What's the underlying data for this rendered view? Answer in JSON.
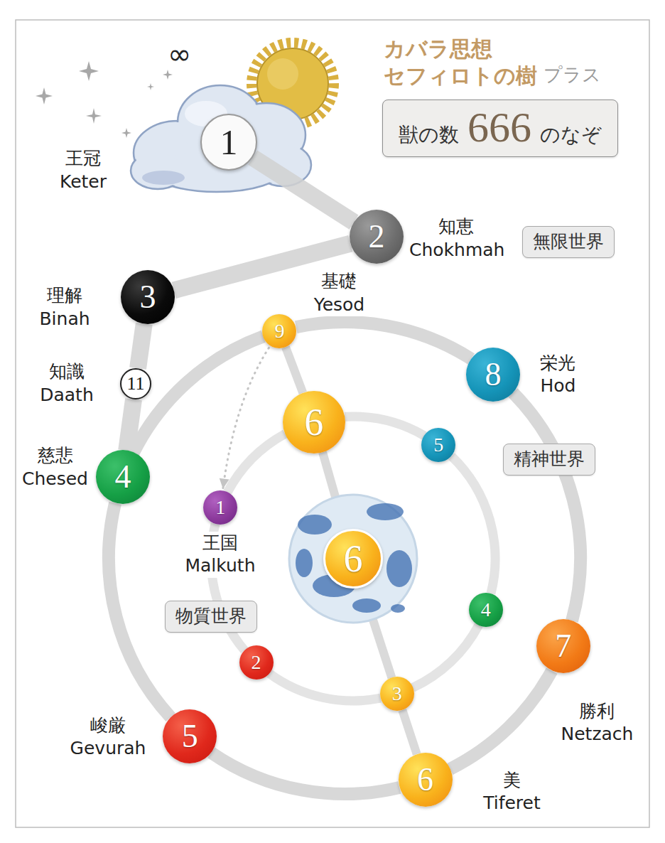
{
  "diagram": {
    "title": "カバラ思想 セフィロトの樹",
    "nodes": [
      {
        "text": [
          "獣の数",
          "666",
          "のなぞ"
        ]
      },
      {
        "text": [
          "1",
          "王冠",
          "Keter"
        ]
      },
      {
        "text": [
          "2",
          "知恵",
          "Chokhmah"
        ]
      },
      {
        "text": [
          "無限世界"
        ]
      },
      {
        "text": [
          "3",
          "理解",
          "Binah"
        ]
      },
      {
        "text": [
          "11",
          "知識",
          "Daath"
        ]
      },
      {
        "text": [
          "4",
          "慈悲",
          "Chesed"
        ]
      },
      {
        "text": [
          "9",
          "基礎",
          "Yesod"
        ]
      },
      {
        "text": [
          "8",
          "栄光",
          "Hod"
        ]
      },
      {
        "text": [
          "精神世界"
        ]
      },
      {
        "text": [
          "6"
        ]
      },
      {
        "text": [
          "5"
        ]
      },
      {
        "text": [
          "1",
          "王国",
          "Malkuth"
        ]
      },
      {
        "text": [
          "6"
        ]
      },
      {
        "text": [
          "物質世界"
        ]
      },
      {
        "text": [
          "4"
        ]
      },
      {
        "text": [
          "2"
        ]
      },
      {
        "text": [
          "3"
        ]
      },
      {
        "text": [
          "7",
          "勝利",
          "Netzach"
        ]
      },
      {
        "text": [
          "5",
          "峻厳",
          "Gevurah"
        ]
      },
      {
        "text": [
          "6",
          "美",
          "Tiferet"
        ]
      }
    ],
    "edges": [
      {
        "from": 1,
        "to": 2,
        "arrow": "none"
      },
      {
        "from": 2,
        "to": 4,
        "arrow": "none"
      },
      {
        "from": 4,
        "to": 5,
        "arrow": "none"
      },
      {
        "from": 5,
        "to": 6,
        "arrow": "none"
      },
      {
        "from": 6,
        "to": 19,
        "arrow": "none"
      },
      {
        "from": 19,
        "to": 20,
        "arrow": "none"
      },
      {
        "from": 20,
        "to": 18,
        "arrow": "none"
      },
      {
        "from": 18,
        "to": 8,
        "arrow": "none"
      },
      {
        "from": 8,
        "to": 7,
        "arrow": "none"
      },
      {
        "from": 7,
        "to": 6,
        "arrow": "none"
      },
      {
        "from": 7,
        "to": 10,
        "arrow": "none"
      },
      {
        "from": 10,
        "to": 13,
        "arrow": "none"
      },
      {
        "from": 13,
        "to": 17,
        "arrow": "none"
      },
      {
        "from": 17,
        "to": 20,
        "arrow": "none"
      },
      {
        "from": 7,
        "to": 12,
        "arrow": "to"
      },
      {
        "from": 10,
        "to": 11,
        "arrow": "none"
      },
      {
        "from": 11,
        "to": 15,
        "arrow": "none"
      },
      {
        "from": 15,
        "to": 17,
        "arrow": "none"
      },
      {
        "from": 17,
        "to": 16,
        "arrow": "none"
      },
      {
        "from": 16,
        "to": 12,
        "arrow": "none"
      },
      {
        "from": 12,
        "to": 10,
        "arrow": "none"
      }
    ],
    "labels": [
      "プラス",
      "∞"
    ]
  }
}
